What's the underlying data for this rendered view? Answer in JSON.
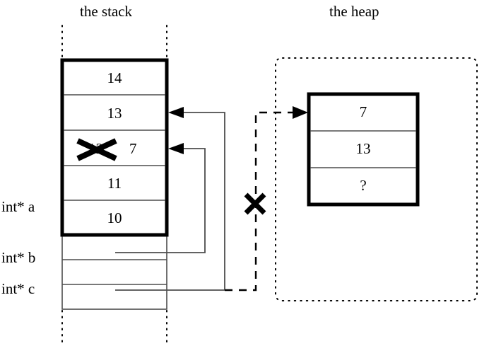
{
  "titles": {
    "stack": "the stack",
    "heap": "the heap"
  },
  "stack": {
    "cells": [
      {
        "value": "14",
        "crossed_out": false
      },
      {
        "value": "13",
        "crossed_out": false
      },
      {
        "value": "12",
        "crossed_out": true,
        "new_value": "7"
      },
      {
        "value": "11",
        "crossed_out": false
      },
      {
        "value": "10",
        "crossed_out": false
      }
    ],
    "pointer_labels": [
      {
        "label": "int* a"
      },
      {
        "label": "int* b"
      },
      {
        "label": "int* c"
      }
    ]
  },
  "heap": {
    "cells": [
      {
        "value": "7"
      },
      {
        "value": "13"
      },
      {
        "value": "?"
      }
    ]
  },
  "marks": {
    "invalidated_pointer": "X",
    "overwritten_value": "X"
  },
  "colors": {
    "stroke": "#000000",
    "thin_stroke": "#4d4d4d",
    "background": "#ffffff"
  }
}
